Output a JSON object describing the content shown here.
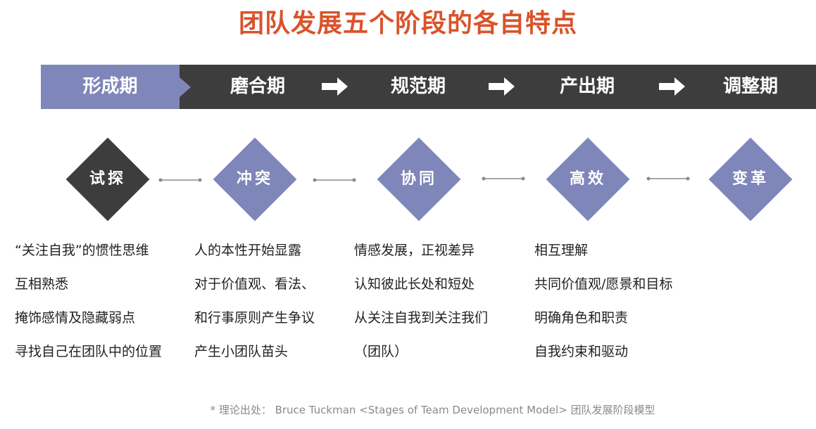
{
  "title": "团队发展五个阶段的各自特点",
  "colors": {
    "title": "#d9532b",
    "bar_dark": "#3d3d3d",
    "accent": "#7f86b9",
    "diamond_dark": "#3d3d3d",
    "connector": "#8a8a8a"
  },
  "phases": [
    {
      "label": "形成期",
      "active": true
    },
    {
      "label": "磨合期",
      "active": false
    },
    {
      "label": "规范期",
      "active": false
    },
    {
      "label": "产出期",
      "active": false
    },
    {
      "label": "调整期",
      "active": false
    }
  ],
  "arrow_icon": "right-arrow-icon",
  "stages": [
    {
      "label": "试探",
      "style": "dark"
    },
    {
      "label": "冲突",
      "style": "accent"
    },
    {
      "label": "协同",
      "style": "accent"
    },
    {
      "label": "高效",
      "style": "accent"
    },
    {
      "label": "变革",
      "style": "accent"
    }
  ],
  "features": [
    [
      "“关注自我”的惯性思维",
      "互相熟悉",
      "掩饰感情及隐藏弱点",
      "寻找自己在团队中的位置"
    ],
    [
      "人的本性开始显露",
      "对于价值观、看法、",
      "和行事原则产生争议",
      "产生小团队苗头"
    ],
    [
      "情感发展，正视差异",
      "认知彼此长处和短处",
      "从关注自我到关注我们",
      "（团队）"
    ],
    [
      "相互理解",
      "共同价值观/愿景和目标",
      "明确角色和职责",
      "自我约束和驱动"
    ]
  ],
  "footnote": "* 理论出处：  Bruce Tuckman <Stages of Team Development Model> 团队发展阶段模型"
}
